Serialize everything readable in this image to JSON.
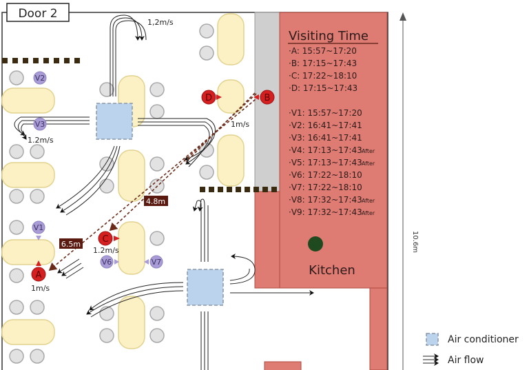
{
  "door_label": "Door 2",
  "visiting_time": {
    "title": "Visiting Time",
    "entries": [
      {
        "text": "·A: 15:57~17:20",
        "note": ""
      },
      {
        "text": "·B: 17:15~17:43",
        "note": ""
      },
      {
        "text": "·C: 17:22~18:10",
        "note": ""
      },
      {
        "text": "·D: 17:15~17:43",
        "note": ""
      },
      {
        "text": "·V1: 15:57~17:20",
        "note": ""
      },
      {
        "text": "·V2: 16:41~17:41",
        "note": ""
      },
      {
        "text": "·V3: 16:41~17:41",
        "note": ""
      },
      {
        "text": "·V4: 17:13~17:43",
        "note": "After"
      },
      {
        "text": "·V5: 17:13~17:43",
        "note": "After"
      },
      {
        "text": "·V6: 17:22~18:10",
        "note": ""
      },
      {
        "text": "·V7: 17:22~18:10",
        "note": ""
      },
      {
        "text": "·V8: 17:32~17:43",
        "note": "After"
      },
      {
        "text": "·V9: 17:32~17:43",
        "note": "After"
      }
    ]
  },
  "persons": {
    "A": "A",
    "B": "B",
    "C": "C",
    "D": "D"
  },
  "visitors": {
    "V1": "V1",
    "V2": "V2",
    "V3": "V3",
    "V6": "V6",
    "V7": "V7"
  },
  "speeds": {
    "top": "1,2m/s",
    "left": "1.2m/s",
    "b": "1m/s",
    "c": "1.2m/s",
    "a": "1m/s"
  },
  "distances": {
    "bc": "4.8m",
    "ba": "6.5m"
  },
  "kitchen_label": "Kitchen",
  "dimension_label": "10.6m",
  "legend": {
    "air_conditioner": "Air conditioner",
    "air_flow": "Air flow"
  },
  "colors": {
    "kitchen": "#de7b72",
    "corridor": "#cfcfcf",
    "infected": "#d42020",
    "visitor": "#a99cd6",
    "ac": "#bcd3ee"
  }
}
